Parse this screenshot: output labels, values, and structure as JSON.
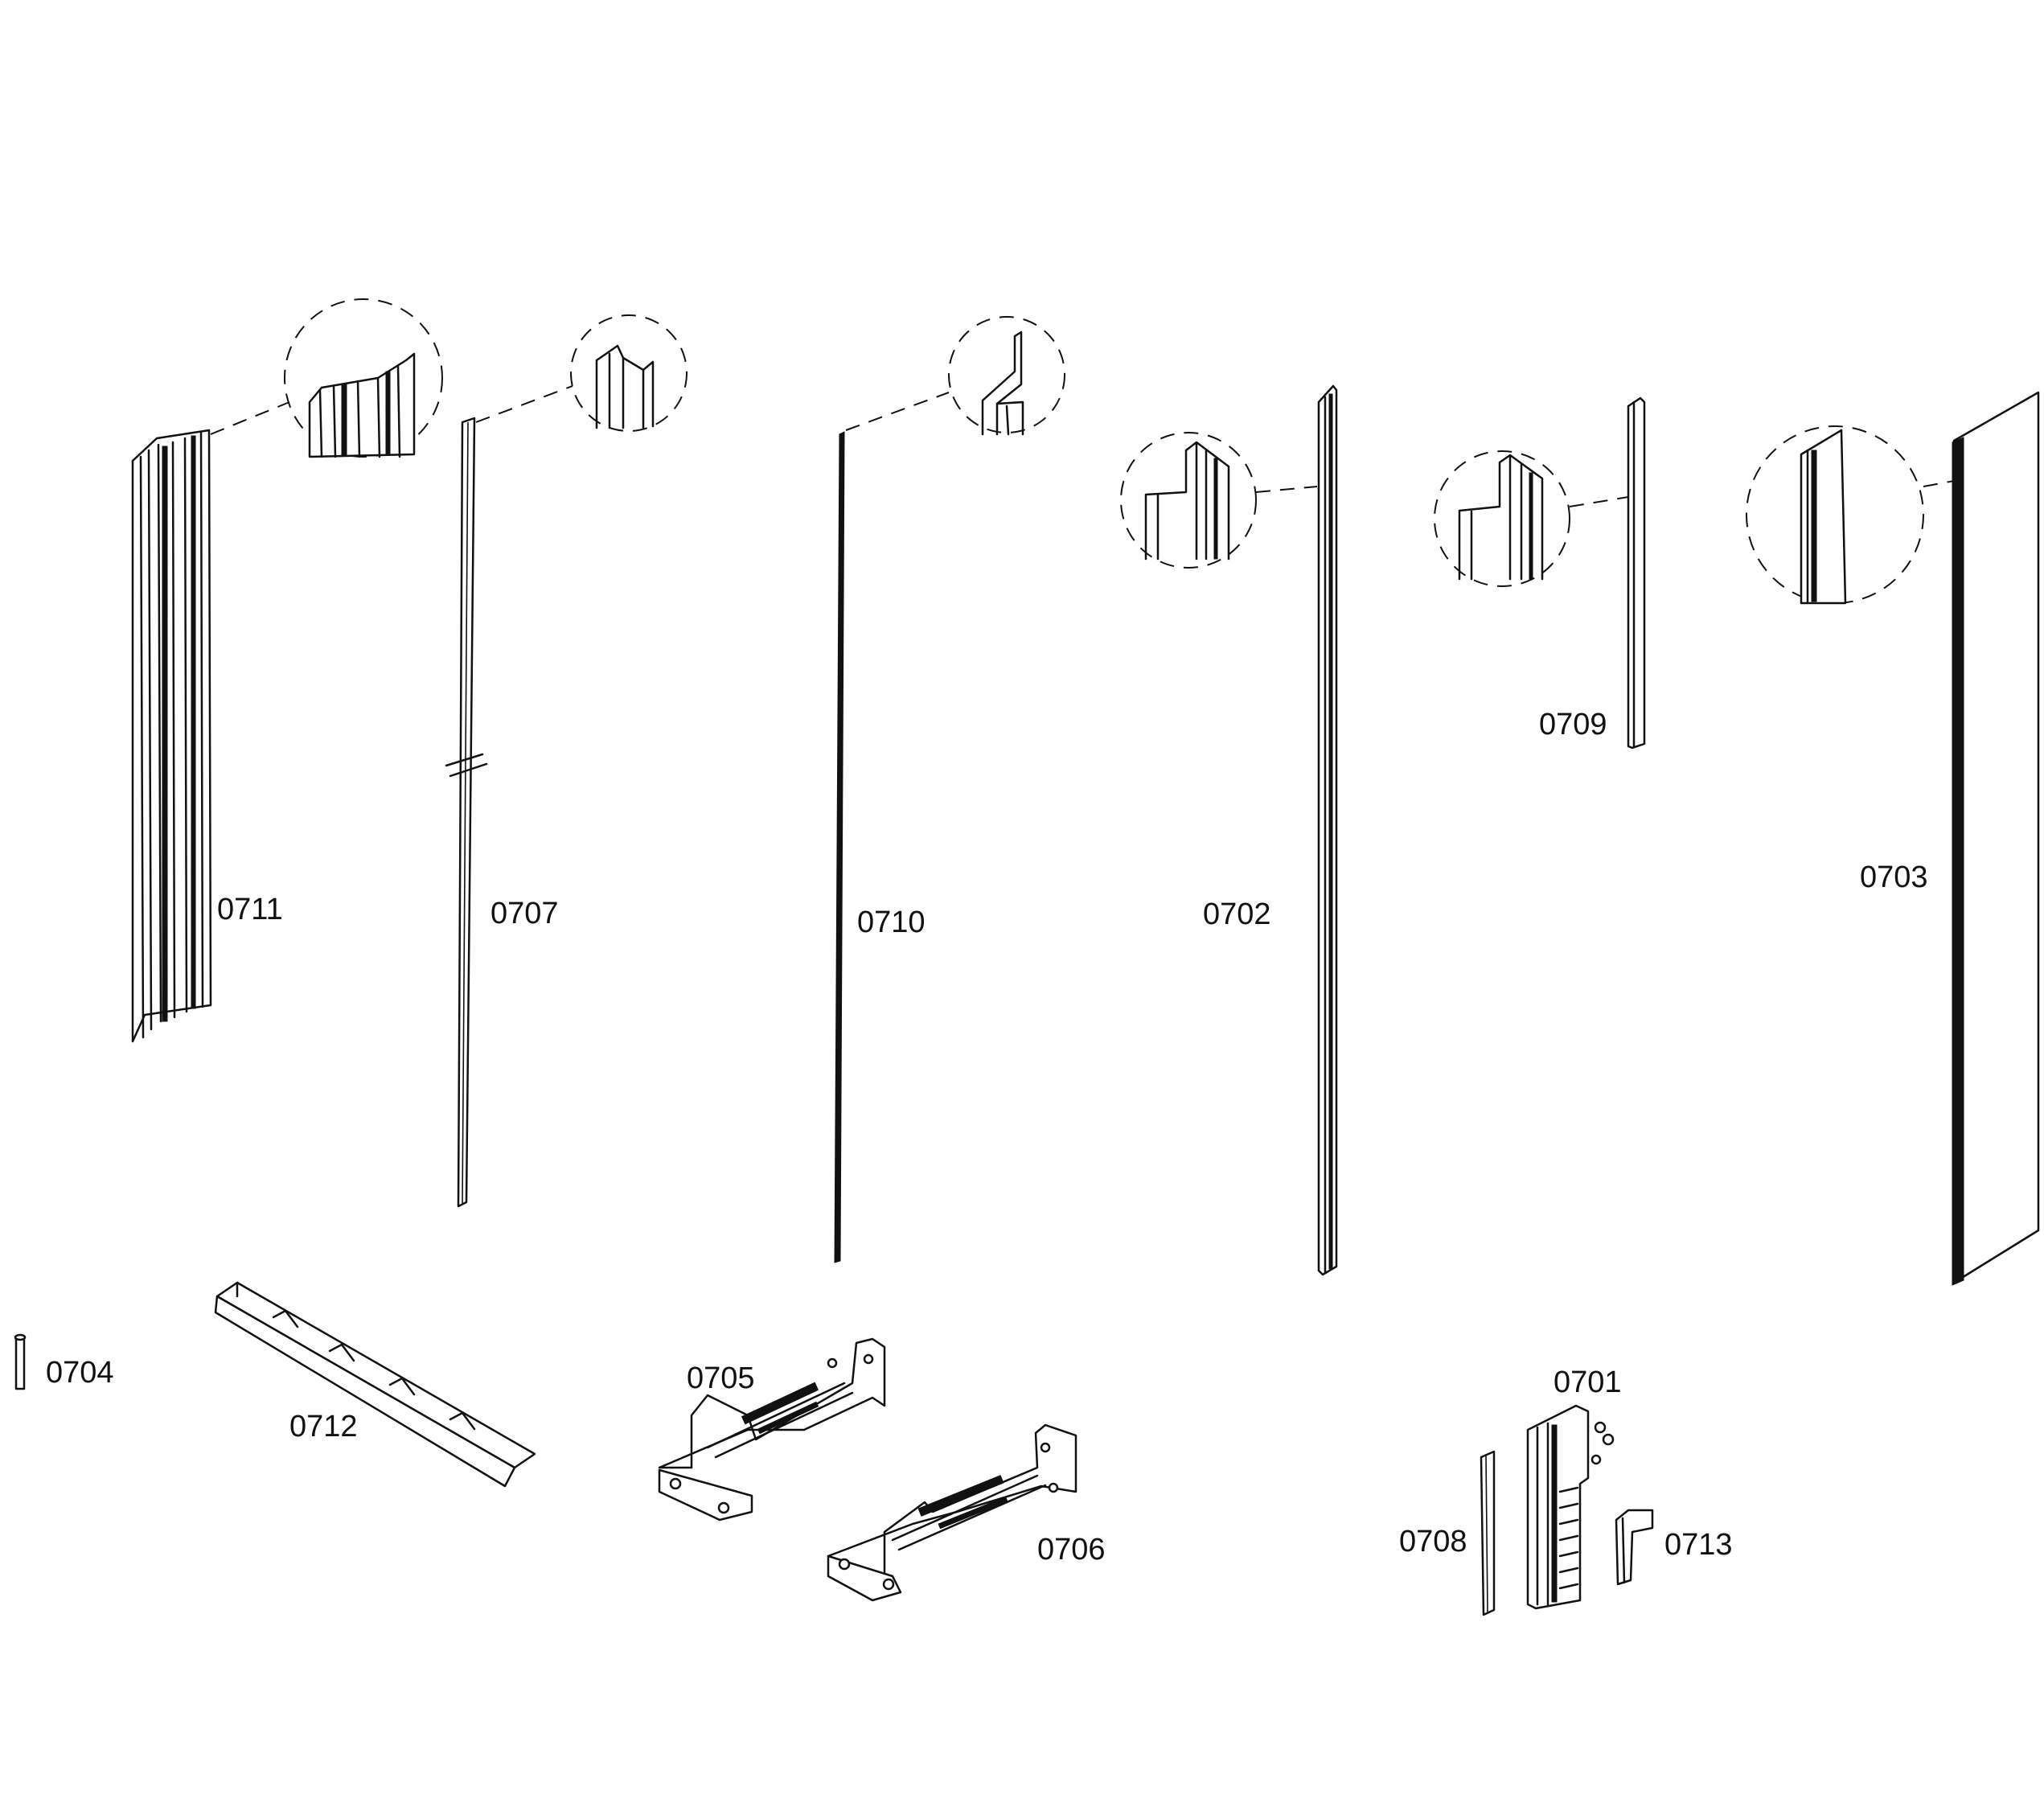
{
  "parts": [
    {
      "id": "0711",
      "label": "0711"
    },
    {
      "id": "0707",
      "label": "0707"
    },
    {
      "id": "0710",
      "label": "0710"
    },
    {
      "id": "0702",
      "label": "0702"
    },
    {
      "id": "0709",
      "label": "0709"
    },
    {
      "id": "0703",
      "label": "0703"
    },
    {
      "id": "0704",
      "label": "0704"
    },
    {
      "id": "0712",
      "label": "0712"
    },
    {
      "id": "0705",
      "label": "0705"
    },
    {
      "id": "0706",
      "label": "0706"
    },
    {
      "id": "0701",
      "label": "0701"
    },
    {
      "id": "0708",
      "label": "0708"
    },
    {
      "id": "0713",
      "label": "0713"
    }
  ]
}
